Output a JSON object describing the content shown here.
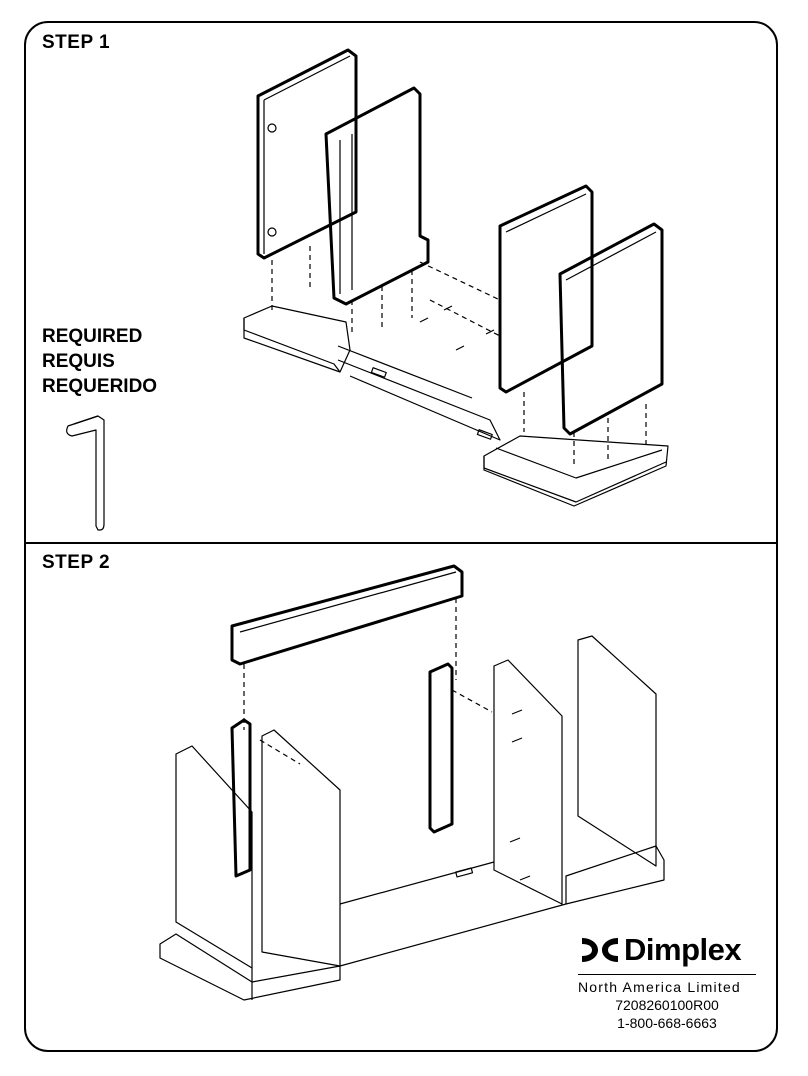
{
  "steps": [
    {
      "label": "STEP 1"
    },
    {
      "label": "STEP 2"
    }
  ],
  "required": [
    "REQUIRED",
    "REQUIS",
    "REQUERIDO"
  ],
  "brand": {
    "logo_text": "Dimplex",
    "subtitle": "North America Limited",
    "part_number": "7208260100R00",
    "phone": "1-800-668-6663"
  },
  "icons": [
    "allen-key-icon",
    "dimplex-logo-icon"
  ]
}
